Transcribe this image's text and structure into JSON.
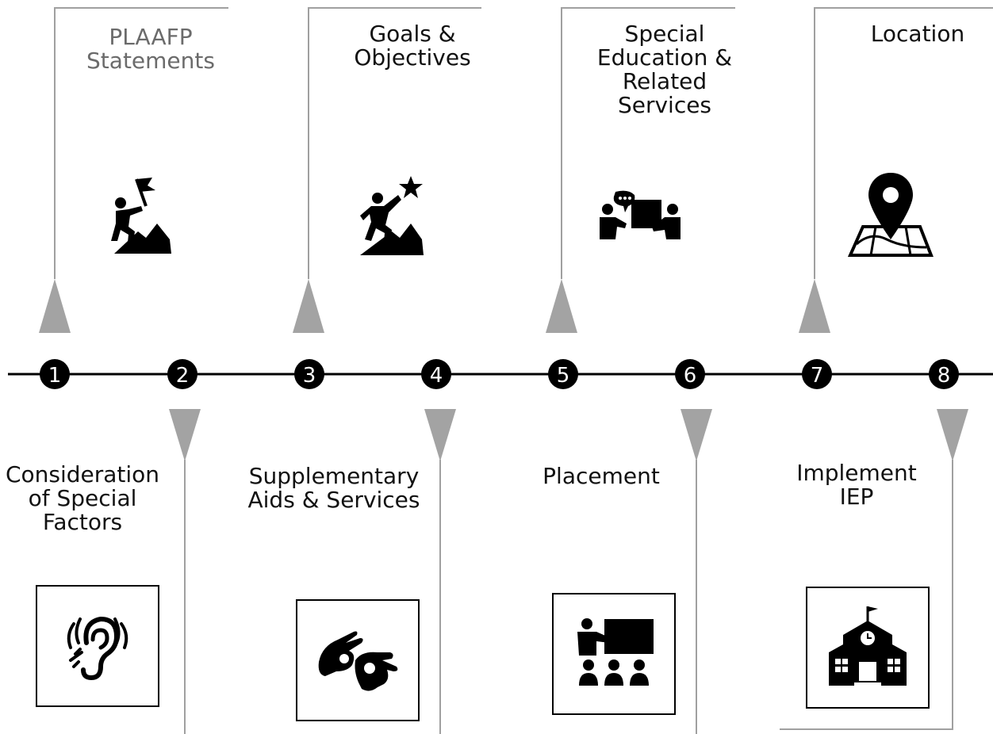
{
  "colors": {
    "line": "#000000",
    "connector": "#9a9a9a",
    "arrow": "#a3a3a3",
    "circle": "#000000",
    "circle_text": "#ffffff"
  },
  "steps": [
    {
      "num": "1",
      "label": "PLAAFP\nStatements",
      "position": "top",
      "icon": "mountain-flag-icon"
    },
    {
      "num": "2",
      "label": "Consideration\nof Special\nFactors",
      "position": "bottom",
      "icon": "hearing-icon"
    },
    {
      "num": "3",
      "label": "Goals &\nObjectives",
      "position": "top",
      "icon": "mountain-star-icon"
    },
    {
      "num": "4",
      "label": "Supplementary\nAids & Services",
      "position": "bottom",
      "icon": "sign-language-icon"
    },
    {
      "num": "5",
      "label": "Special\nEducation &\nRelated\nServices",
      "position": "top",
      "icon": "meeting-chat-icon"
    },
    {
      "num": "6",
      "label": "Placement",
      "position": "bottom",
      "icon": "classroom-icon"
    },
    {
      "num": "7",
      "label": "Location",
      "position": "top",
      "icon": "map-pin-icon"
    },
    {
      "num": "8",
      "label": "Implement\nIEP",
      "position": "bottom",
      "icon": "school-icon"
    }
  ]
}
